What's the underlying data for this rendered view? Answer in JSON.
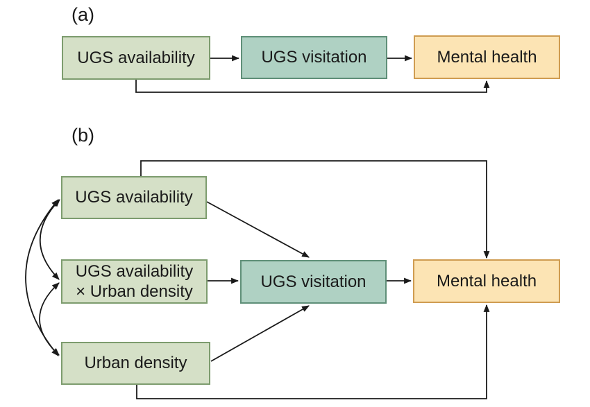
{
  "colors": {
    "background": "#ffffff",
    "node_green_fill": "#d5e0c7",
    "node_green_border": "#7d9c6e",
    "node_teal_fill": "#afd1c3",
    "node_teal_border": "#5f8f78",
    "node_orange_fill": "#fce4b4",
    "node_orange_border": "#cf9c51",
    "arrow": "#1a1a1a"
  },
  "panel_a": {
    "label": "(a)",
    "nodes": [
      {
        "id": "ugs-availability",
        "label": "UGS availability"
      },
      {
        "id": "ugs-visitation",
        "label": "UGS visitation"
      },
      {
        "id": "mental-health",
        "label": "Mental health"
      }
    ],
    "edges": [
      {
        "from": "ugs-availability",
        "to": "ugs-visitation",
        "type": "directed"
      },
      {
        "from": "ugs-visitation",
        "to": "mental-health",
        "type": "directed"
      },
      {
        "from": "ugs-availability",
        "to": "mental-health",
        "type": "directed-elbow-below"
      }
    ]
  },
  "panel_b": {
    "label": "(b)",
    "nodes": [
      {
        "id": "ugs-availability",
        "label": "UGS availability"
      },
      {
        "id": "interaction",
        "line1": "UGS availability",
        "line2": "× Urban density"
      },
      {
        "id": "urban-density",
        "label": "Urban density"
      },
      {
        "id": "ugs-visitation",
        "label": "UGS visitation"
      },
      {
        "id": "mental-health",
        "label": "Mental health"
      }
    ],
    "edges": [
      {
        "from": "ugs-availability",
        "to": "ugs-visitation",
        "type": "directed-diagonal"
      },
      {
        "from": "interaction",
        "to": "ugs-visitation",
        "type": "directed"
      },
      {
        "from": "urban-density",
        "to": "ugs-visitation",
        "type": "directed-diagonal"
      },
      {
        "from": "ugs-visitation",
        "to": "mental-health",
        "type": "directed"
      },
      {
        "from": "ugs-availability",
        "to": "mental-health",
        "type": "directed-elbow-above"
      },
      {
        "from": "urban-density",
        "to": "mental-health",
        "type": "directed-elbow-below"
      },
      {
        "from": "ugs-availability",
        "to": "interaction",
        "type": "covariance-double-headed"
      },
      {
        "from": "interaction",
        "to": "urban-density",
        "type": "covariance-double-headed"
      },
      {
        "from": "ugs-availability",
        "to": "urban-density",
        "type": "covariance-double-headed"
      }
    ]
  }
}
